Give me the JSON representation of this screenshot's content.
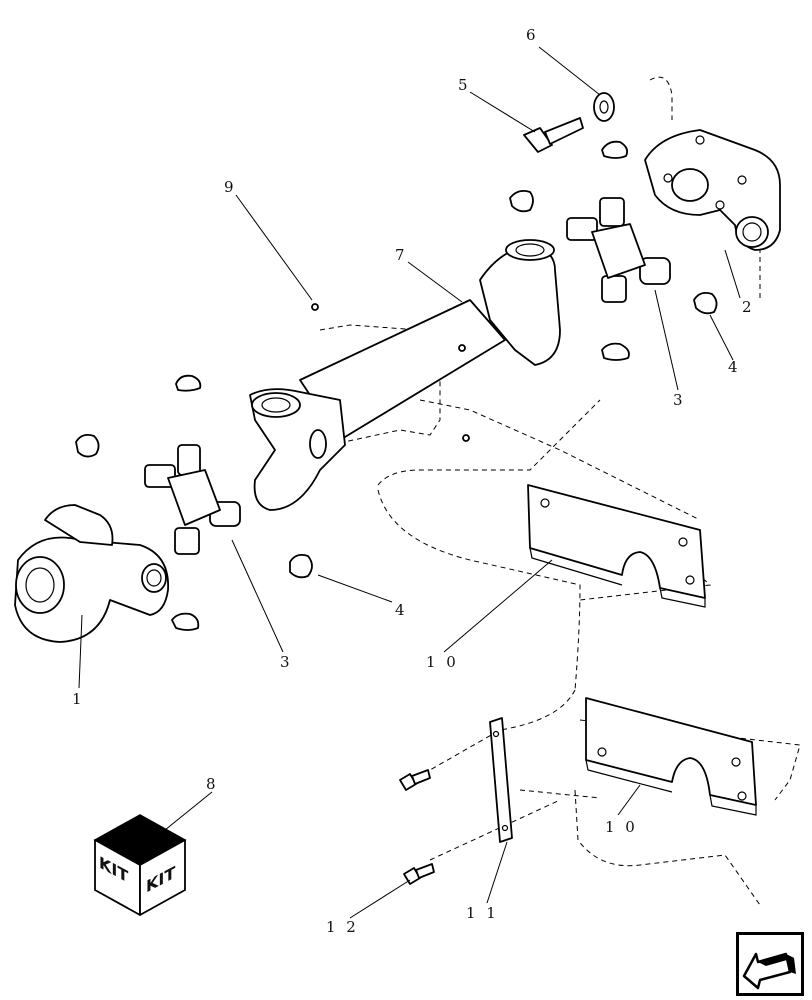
{
  "callouts": {
    "c1": "1",
    "c2": "2",
    "c3a": "3",
    "c3b": "3",
    "c4a": "4",
    "c4b": "4",
    "c5": "5",
    "c6": "6",
    "c7": "7",
    "c8": "8",
    "c9": "9",
    "c10a": "1 0",
    "c10b": "1 0",
    "c11": "1 1",
    "c12": "1 2"
  },
  "kit": {
    "face_left": "KIT",
    "face_right": "KIT"
  },
  "nav": {
    "icon": "arrow-down-left-icon"
  }
}
